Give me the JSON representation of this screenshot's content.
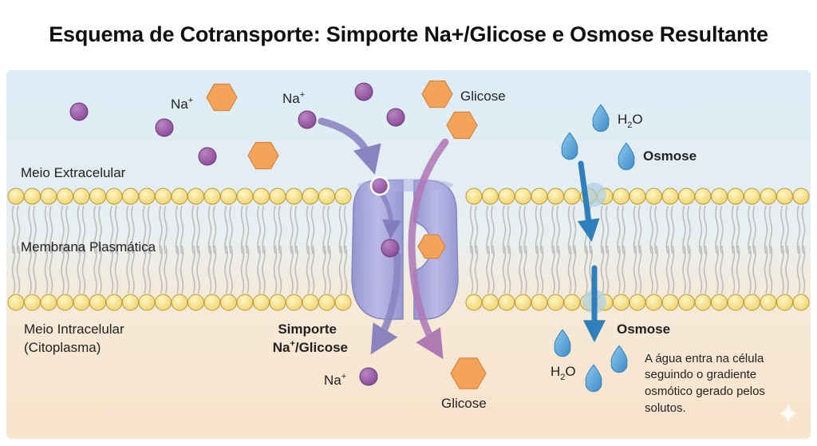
{
  "title": "Esquema de Cotransporte: Simporte Na+/Glicose e Osmose Resultante",
  "regions": {
    "extracellular": "Meio Extracelular",
    "membrane": "Membrana Plasmática",
    "intracellular_line1": "Meio Intracelular",
    "intracellular_line2": "(Citoplasma)"
  },
  "symporter": {
    "line1": "Simporte",
    "line2_base": "Na",
    "line2_sup": "+",
    "line2_rest": "/Glicose"
  },
  "ions": {
    "na_base": "Na",
    "na_sup": "+",
    "glucose": "Glicose"
  },
  "water": {
    "h": "H",
    "sub": "2",
    "o": "O",
    "osmosis_label": "Osmose"
  },
  "note": {
    "line1": "A água entra na célula",
    "line2": "seguindo o gradiente",
    "line3": "osmótico gerado pelos",
    "line4": "solutos."
  },
  "colors": {
    "extracellular_bg": "#dcecf6",
    "intracellular_bg": "#f8e5cf",
    "lipid_head": "#f4e08a",
    "sodium": "#9a5ea6",
    "glucose": "#f3a35a",
    "protein": "#9b9bd6",
    "water": "#5aa6d8",
    "arrow_na": "#8c86c4",
    "arrow_glucose": "#b07ab8"
  }
}
